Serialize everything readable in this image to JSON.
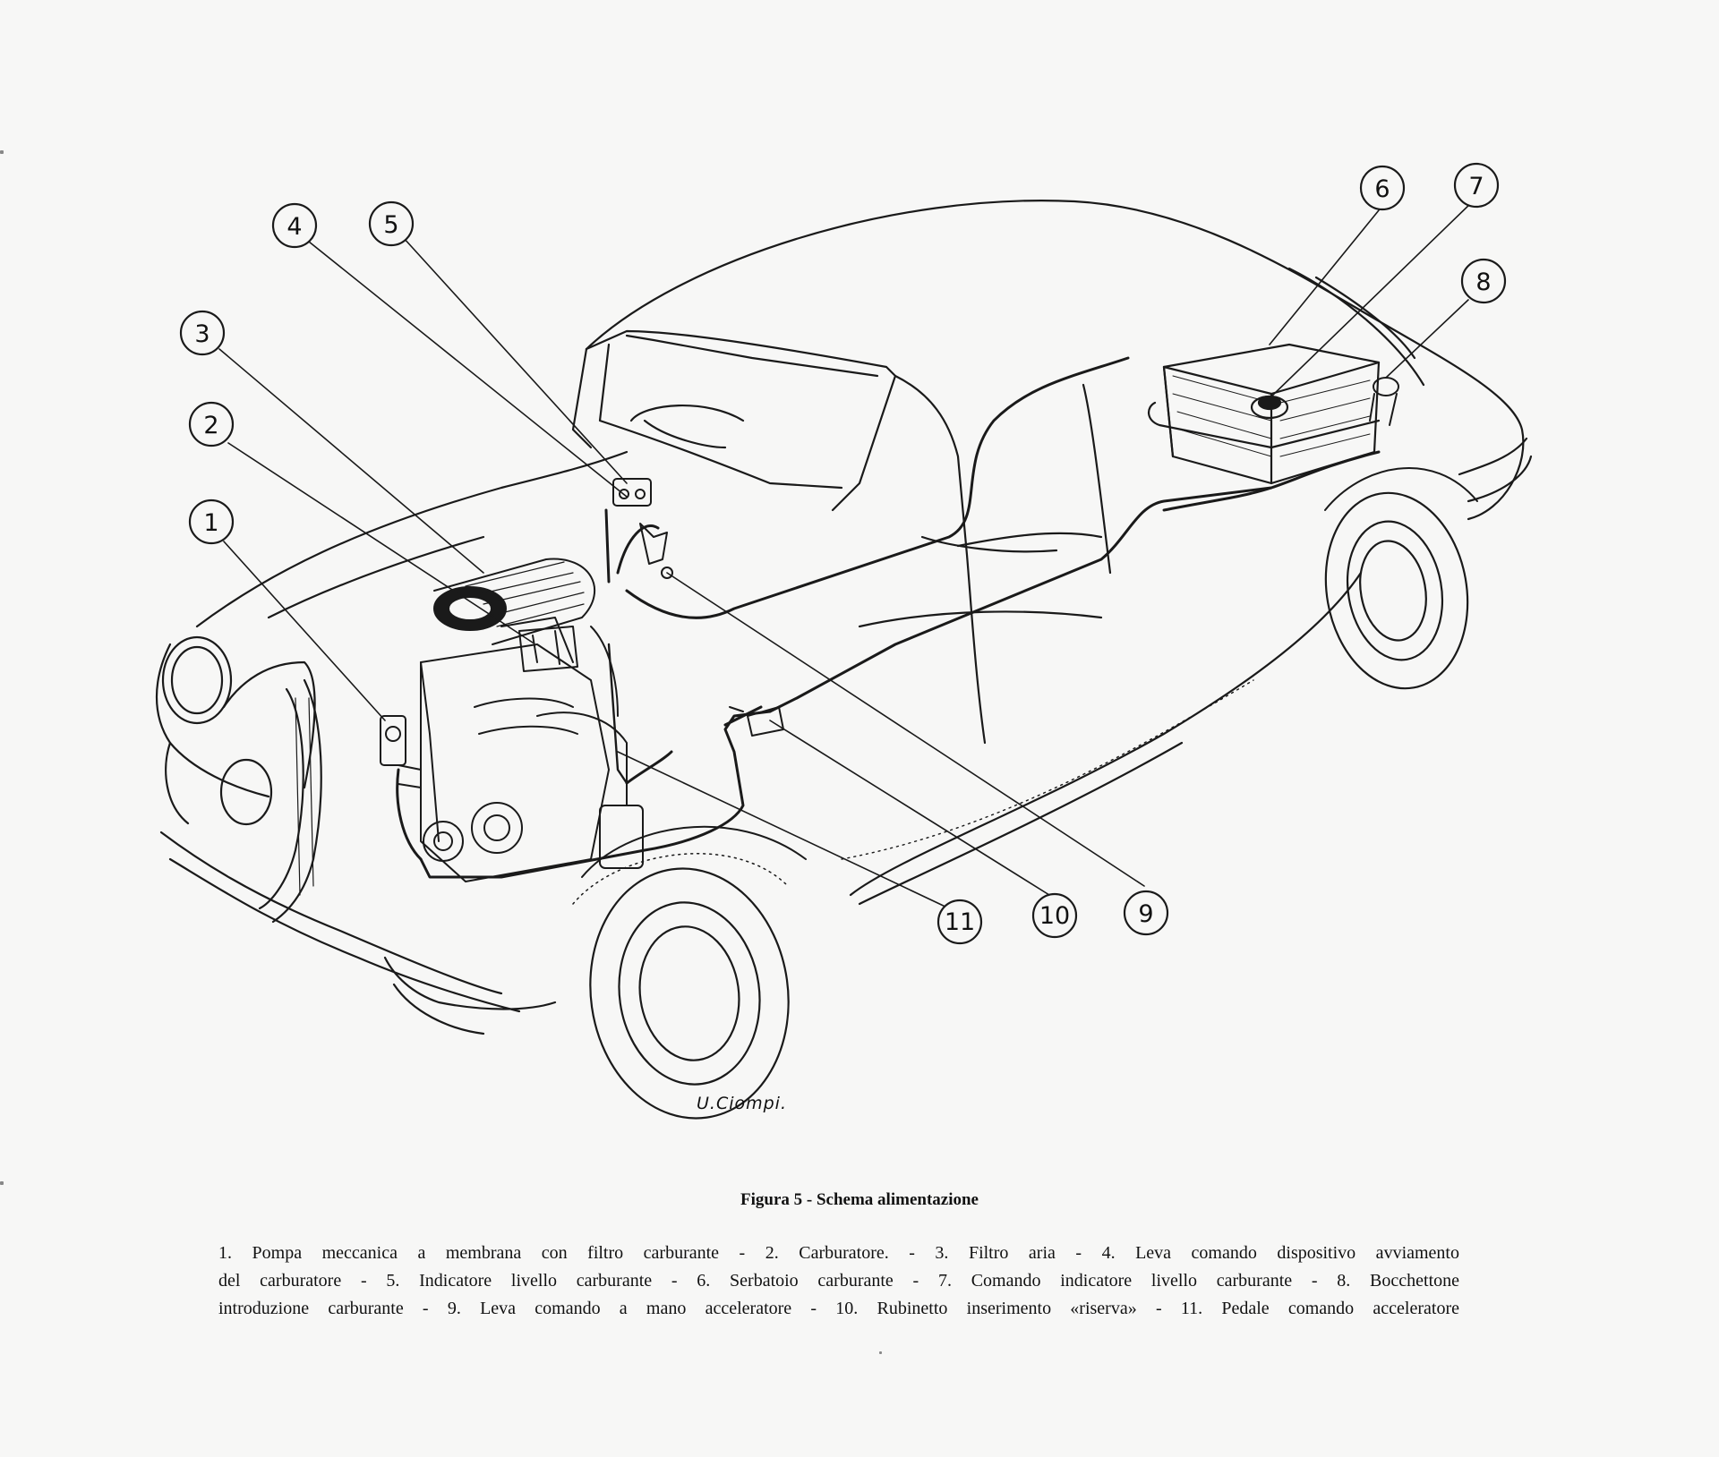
{
  "figure": {
    "caption": "Figura 5 - Schema alimentazione",
    "signature": "U.Ciompi."
  },
  "callouts": [
    {
      "number": "1",
      "label": "Pompa meccanica a membrana con filtro carburante"
    },
    {
      "number": "2",
      "label": "Carburatore."
    },
    {
      "number": "3",
      "label": "Filtro aria"
    },
    {
      "number": "4",
      "label": "Leva comando dispositivo avviamento del carburatore"
    },
    {
      "number": "5",
      "label": "Indicatore livello carburante"
    },
    {
      "number": "6",
      "label": "Serbatoio carburante"
    },
    {
      "number": "7",
      "label": "Comando indicatore livello carburante"
    },
    {
      "number": "8",
      "label": "Bocchettone introduzione carburante"
    },
    {
      "number": "9",
      "label": "Leva comando a mano acceleratore"
    },
    {
      "number": "10",
      "label": "Rubinetto inserimento «riserva»"
    },
    {
      "number": "11",
      "label": "Pedale comando acceleratore"
    }
  ],
  "legend_lines": [
    "1. Pompa meccanica a membrana con filtro carburante - 2. Carburatore. - 3. Filtro aria - 4. Leva comando dispositivo avviamento",
    "del carburatore - 5. Indicatore livello carburante - 6. Serbatoio carburante - 7. Comando indicatore livello carburante - 8. Bocchettone",
    "introduzione carburante - 9. Leva comando a mano acceleratore - 10. Rubinetto inserimento «riserva» - 11. Pedale comando acceleratore"
  ]
}
